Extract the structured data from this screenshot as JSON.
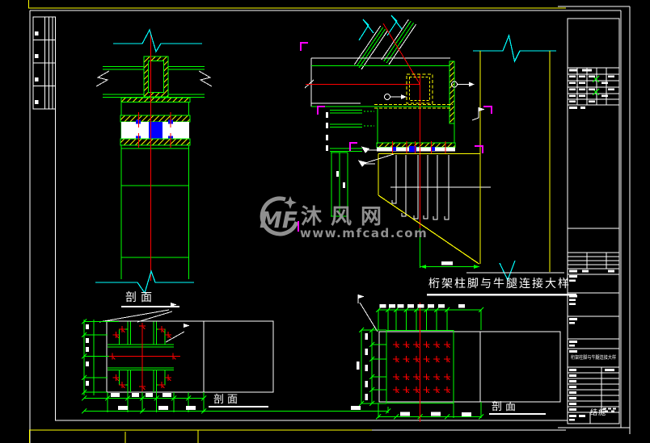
{
  "page": {
    "background": "#000000",
    "description": "CAD structural drawing sheet preview"
  },
  "watermark": {
    "logo_text": "MF",
    "site_name": "沐风网",
    "site_url": "www.mfcad.com",
    "color": "#8f8f8f"
  },
  "drawings": {
    "left_elevation": {
      "label": "剖面"
    },
    "bottom_left_plan": {
      "label": "剖面"
    },
    "bottom_right_plan": {
      "label": "剖面"
    },
    "main_detail": {
      "title": "桁架柱脚与牛腿连接大样"
    }
  },
  "title_block": {
    "drawing_title": "桁架柱脚与牛腿连接大样",
    "series_label": "结施"
  },
  "colors": {
    "line_green": "#00ff00",
    "centerline_red": "#ff0000",
    "break_cyan": "#00ffff",
    "highlight_yellow": "#ffff00",
    "shim_blue": "#0000ff",
    "mark_magenta": "#ff00ff",
    "sheet_white": "#ffffff",
    "watermark_gray": "#8f8f8f"
  }
}
